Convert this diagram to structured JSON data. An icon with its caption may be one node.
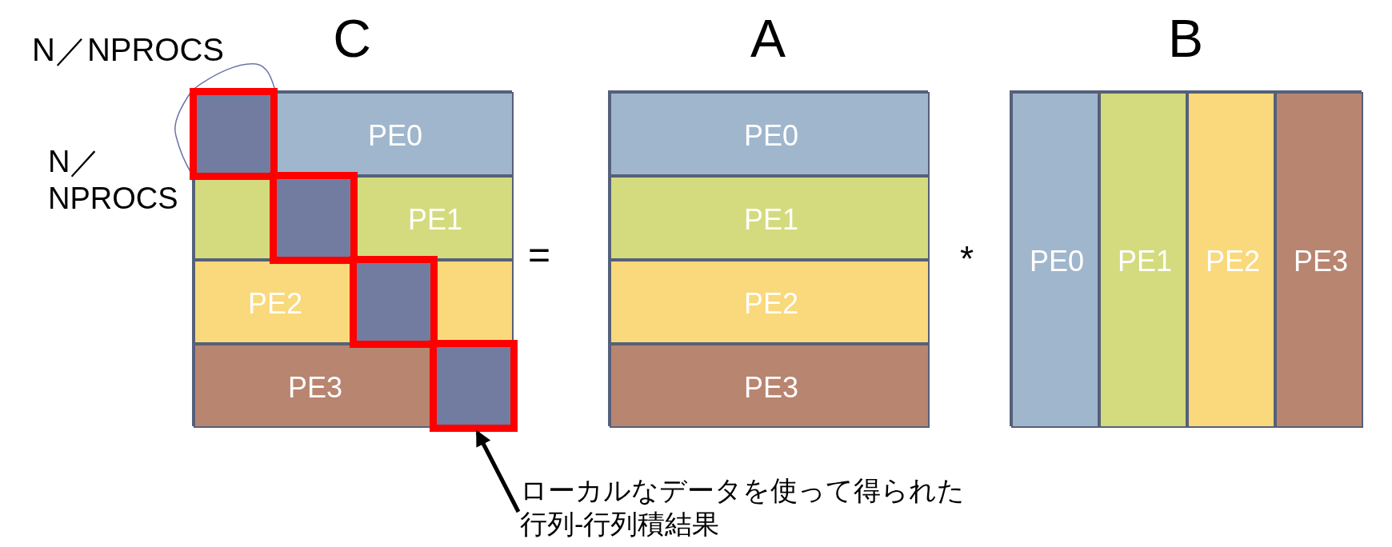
{
  "diagram": {
    "nodes": [
      {
        "text": [
          "C"
        ]
      },
      {
        "text": [
          "PE0"
        ],
        "in": 0
      },
      {
        "text": [
          "PE1"
        ],
        "in": 0
      },
      {
        "text": [
          "PE2"
        ],
        "in": 0
      },
      {
        "text": [
          "PE3"
        ],
        "in": 0
      },
      {
        "text": [],
        "shape": "box",
        "in": 1
      },
      {
        "text": [],
        "shape": "box",
        "in": 2
      },
      {
        "text": [],
        "shape": "box",
        "in": 3
      },
      {
        "text": [],
        "shape": "box",
        "in": 4
      },
      {
        "text": [
          "A"
        ]
      },
      {
        "text": [
          "PE0"
        ],
        "in": 9
      },
      {
        "text": [
          "PE1"
        ],
        "in": 9
      },
      {
        "text": [
          "PE2"
        ],
        "in": 9
      },
      {
        "text": [
          "PE3"
        ],
        "in": 9
      },
      {
        "text": [
          "B"
        ]
      },
      {
        "text": [
          "PE0"
        ],
        "in": 14
      },
      {
        "text": [
          "PE1"
        ],
        "in": 14
      },
      {
        "text": [
          "PE2"
        ],
        "in": 14
      },
      {
        "text": [
          "PE3"
        ],
        "in": 14
      },
      {
        "text": [
          "ローカルなデータを使って得られた行列-行列積結果"
        ]
      }
    ],
    "edges": [
      {
        "from": 19,
        "to": 8,
        "arrow": "to"
      }
    ],
    "labels": [
      "N／NPROCS",
      "N／ NPROCS",
      "=",
      "*"
    ]
  }
}
